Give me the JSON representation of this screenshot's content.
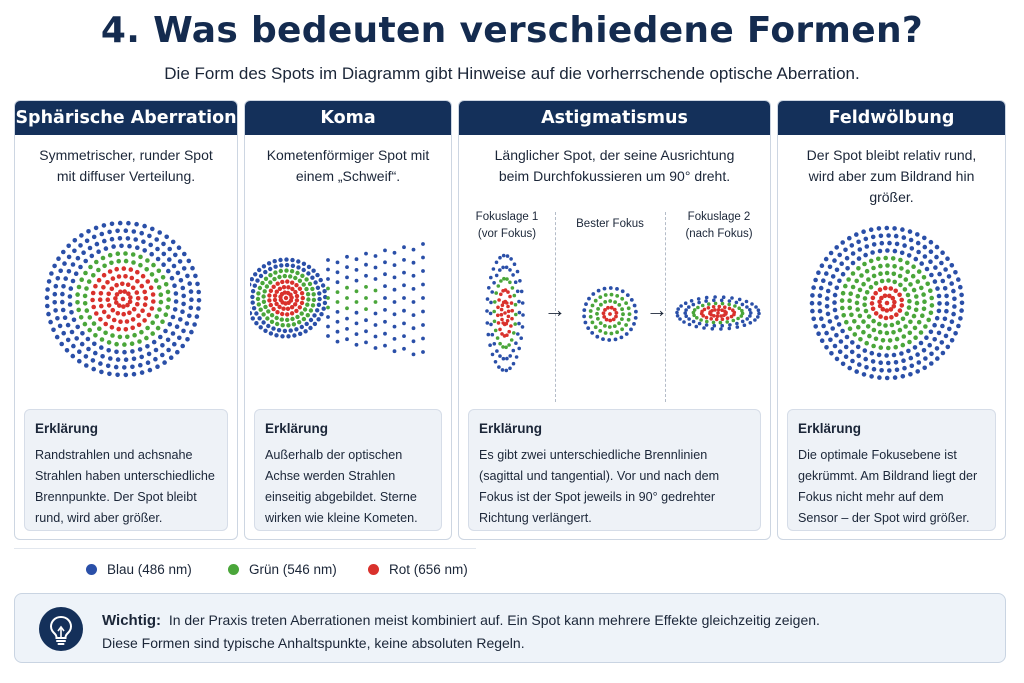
{
  "header": {
    "title": "4. Was bedeuten verschiedene Formen?",
    "subtitle": "Die Form des Spots im Diagramm gibt Hinweise auf die vorherrschende optische Aberration."
  },
  "colors": {
    "blue": "#2a4fa8",
    "green": "#4aa63a",
    "red": "#d9312c",
    "header_bg": "#14305a"
  },
  "cards": [
    {
      "title": "Sphärische Aberration",
      "description": "Symmetrischer, runder Spot mit diffuser Verteilung.",
      "explain_title": "Erklärung",
      "explain_text": "Randstrahlen und achsnahe Strahlen haben unterschiedliche Brennpunkte. Der Spot bleibt rund, wird aber größer."
    },
    {
      "title": "Koma",
      "description": "Kometenförmiger Spot mit einem „Schweif“.",
      "explain_title": "Erklärung",
      "explain_text": "Außerhalb der optischen Achse werden Strahlen einseitig abgebildet. Sterne wirken wie kleine Kometen."
    },
    {
      "title": "Astigmatismus",
      "description": "Länglicher Spot, der seine Ausrichtung beim Durchfokussieren um 90° dreht.",
      "sub_labels": [
        "Fokuslage 1 (vor Fokus)",
        "Bester Fokus",
        "Fokuslage 2 (nach Fokus)"
      ],
      "explain_title": "Erklärung",
      "explain_text": "Es gibt zwei unterschiedliche Brennlinien (sagittal und tangential). Vor und nach dem Fokus ist der Spot jeweils in 90° gedrehter Richtung verlängert."
    },
    {
      "title": "Feldwölbung",
      "description": "Der Spot bleibt relativ rund, wird aber zum Bildrand hin größer.",
      "explain_title": "Erklärung",
      "explain_text": "Die optimale Fokusebene ist gekrümmt. Am Bildrand liegt der Fokus nicht mehr auf dem Sensor – der Spot wird größer."
    }
  ],
  "legend": [
    {
      "label": "Blau (486 nm)",
      "color": "#2a4fa8"
    },
    {
      "label": "Grün (546 nm)",
      "color": "#4aa63a"
    },
    {
      "label": "Rot (656 nm)",
      "color": "#d9312c"
    }
  ],
  "note": {
    "strong": "Wichtig:",
    "line1": "In der Praxis treten Aberrationen meist kombiniert auf. Ein Spot kann mehrere Effekte gleichzeitig zeigen.",
    "line2": "Diese Formen sind typische Anhaltspunkte, keine absoluten Regeln.",
    "icon": "lightbulb-icon"
  }
}
